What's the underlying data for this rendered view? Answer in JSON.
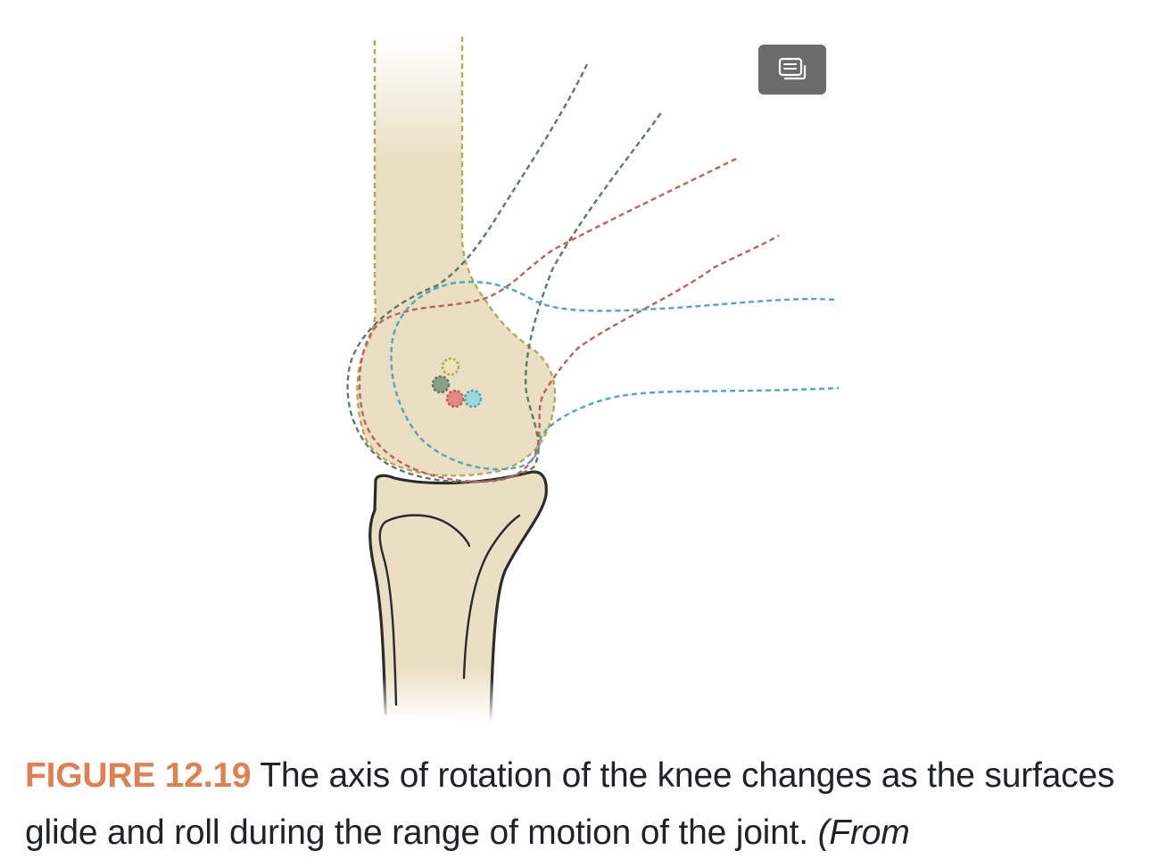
{
  "figure": {
    "label": "FIGURE 12.19",
    "caption_text": "The axis of rotation of the knee changes as the surfaces glide and roll during the range of motion of the joint.",
    "source_fragment": "(From",
    "toggle_icon": "caption-cards-icon",
    "colors": {
      "bone_fill": "#eadfc3",
      "outline": "#2b2b2b",
      "tan": "#b5a85a",
      "olive": "#5e7a61",
      "red": "#c0605e",
      "teal": "#4fa9b5",
      "label": "#e07f4f",
      "button": "#6b6b6b"
    }
  }
}
